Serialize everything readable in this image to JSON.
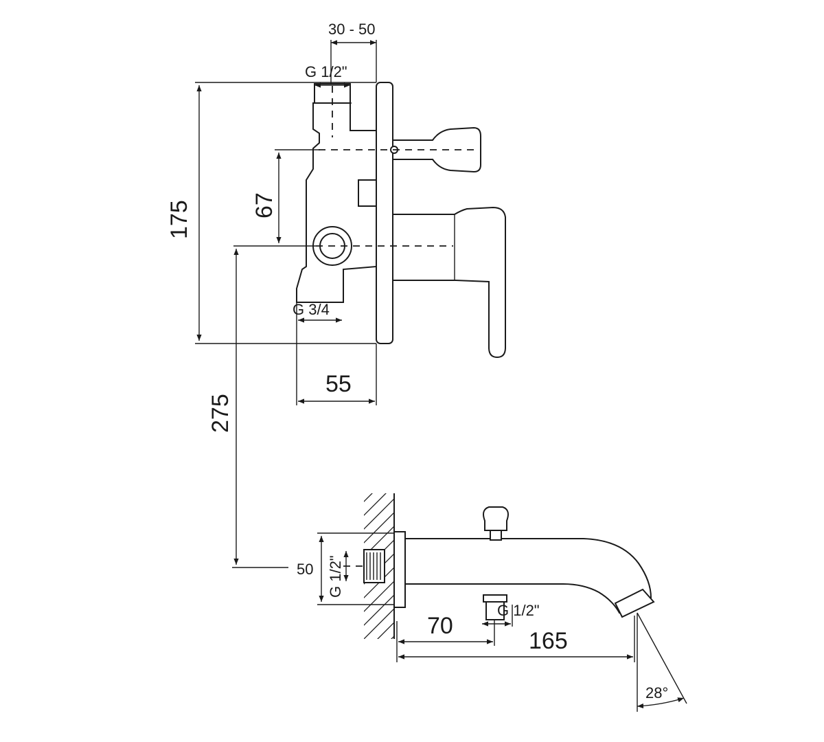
{
  "labels": {
    "dim_30_50": "30 - 50",
    "thread_top": "G 1/2\"",
    "dim_175": "175",
    "dim_67": "67",
    "thread_outlet": "G 3/4",
    "dim_55": "55",
    "dim_275": "275",
    "dim_50": "50",
    "thread_spout_inlet": "G 1/2\"",
    "dim_70": "70",
    "thread_diverter": "G 1/2\"",
    "dim_165": "165",
    "angle_28": "28°"
  }
}
